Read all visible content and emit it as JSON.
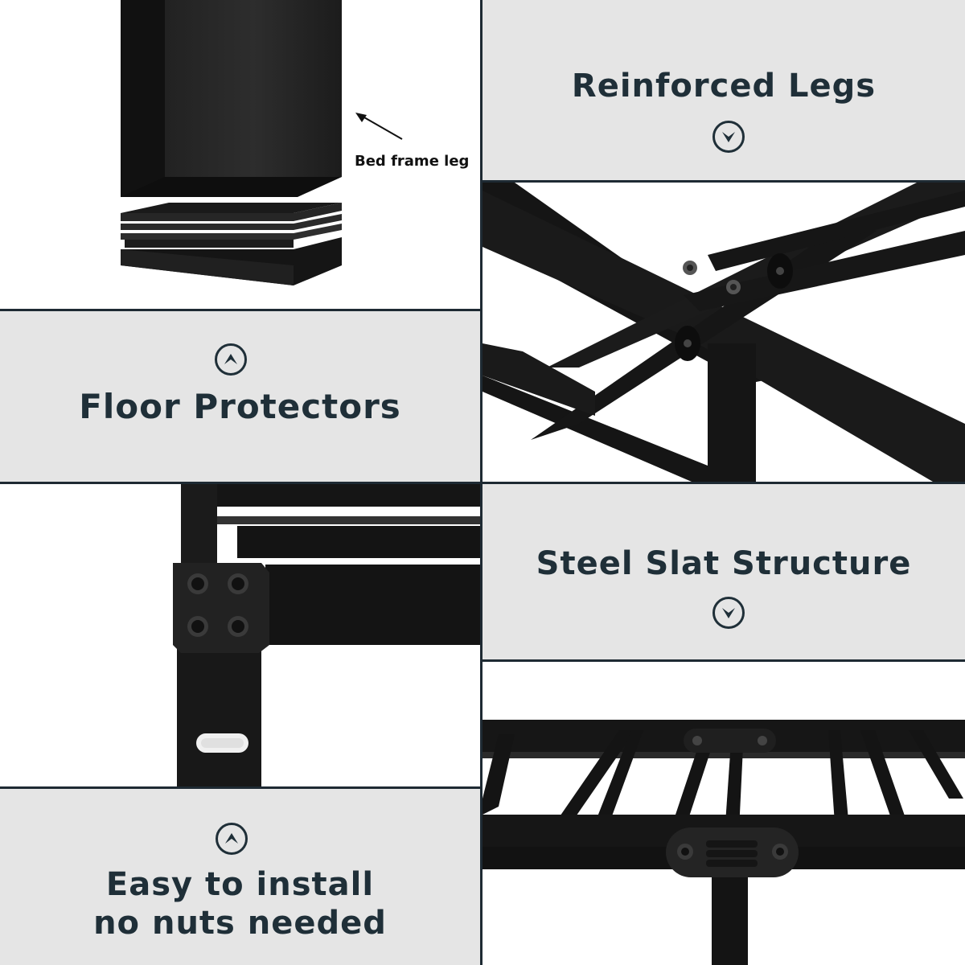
{
  "panels": {
    "reinforced_legs": {
      "title": "Reinforced Legs",
      "icon": "chevron-down-circle-icon"
    },
    "floor_protectors": {
      "title": "Floor Protectors",
      "icon": "chevron-up-circle-icon"
    },
    "steel_slat": {
      "title": "Steel Slat Structure",
      "icon": "chevron-down-circle-icon"
    },
    "easy_install": {
      "line1": "Easy to install",
      "line2": "no nuts needed",
      "icon": "chevron-up-circle-icon"
    }
  },
  "leg_photo": {
    "caption": "Bed frame leg"
  },
  "colors": {
    "text": "#1f2f38",
    "panel_gray": "#e5e5e5",
    "divider": "#1e2a33",
    "steel": "#141414"
  }
}
